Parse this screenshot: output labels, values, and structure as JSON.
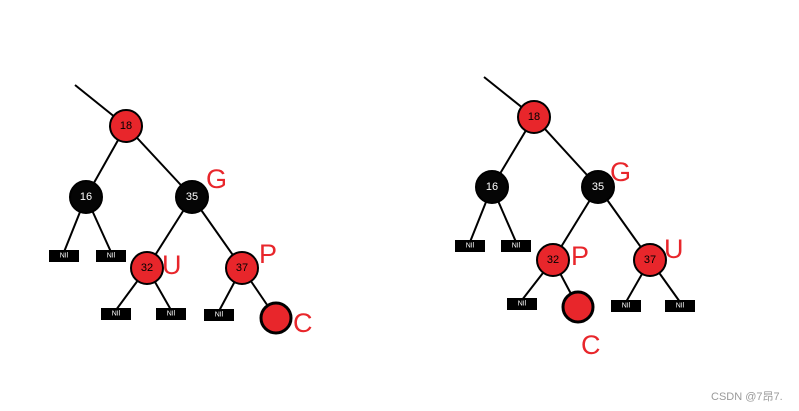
{
  "colors": {
    "red": "#e8262b",
    "black": "#050505",
    "edge": "#000000"
  },
  "nil_label": "NIl",
  "watermark": "CSDN @7昂7.",
  "diagrams": [
    {
      "id": "before",
      "nodes": [
        {
          "key": "18",
          "color": "red"
        },
        {
          "key": "16",
          "color": "black"
        },
        {
          "key": "35",
          "color": "black",
          "role": "G"
        },
        {
          "key": "32",
          "color": "red",
          "role": "U"
        },
        {
          "key": "37",
          "color": "red",
          "role": "P"
        },
        {
          "key": "",
          "color": "red",
          "role": "C"
        }
      ]
    },
    {
      "id": "after",
      "nodes": [
        {
          "key": "18",
          "color": "red"
        },
        {
          "key": "16",
          "color": "black"
        },
        {
          "key": "35",
          "color": "black",
          "role": "G"
        },
        {
          "key": "32",
          "color": "red",
          "role": "P"
        },
        {
          "key": "37",
          "color": "red",
          "role": "U"
        },
        {
          "key": "",
          "color": "red",
          "role": "C"
        }
      ]
    }
  ]
}
